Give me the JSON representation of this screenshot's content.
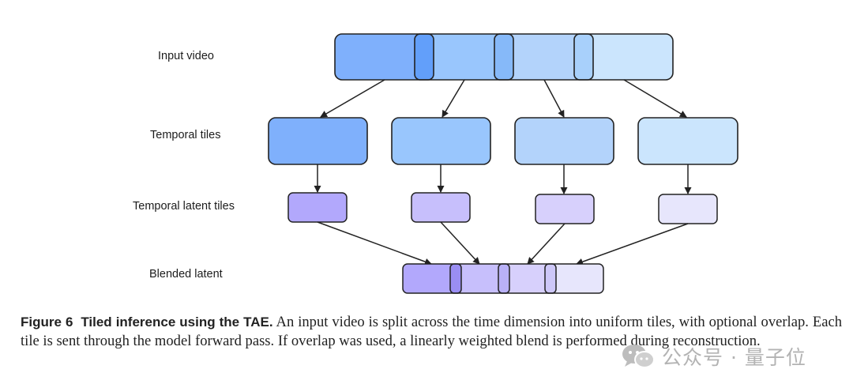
{
  "labels": {
    "input_video": "Input video",
    "temporal_tiles": "Temporal tiles",
    "temporal_latent_tiles": "Temporal latent tiles",
    "blended_latent": "Blended latent"
  },
  "caption": {
    "figure_number": "Figure 6",
    "title": "Tiled inference using the TAE.",
    "text": "An input video is split across the time dimension into uniform tiles, with optional overlap. Each tile is sent through the model forward pass. If overlap was used, a linearly weighted blend is performed during reconstruction."
  },
  "watermark": {
    "text": "公众号 · 量子位",
    "icon": "chat-bubbles-icon"
  },
  "colors": {
    "video_tiles": [
      "#7fb0fc",
      "#99c6fd",
      "#b3d3fb",
      "#cbe5fd"
    ],
    "latent_tiles": [
      "#b2a8fc",
      "#c7bffc",
      "#d7d0fc",
      "#e7e6fc"
    ],
    "video_overlap": [
      "#629ffa",
      "#86b9f9",
      "#a8d0fb"
    ],
    "latent_overlap": [
      "#9a8ef3",
      "#b9b1f7",
      "#cdc7f8"
    ],
    "stroke": "#222222"
  }
}
